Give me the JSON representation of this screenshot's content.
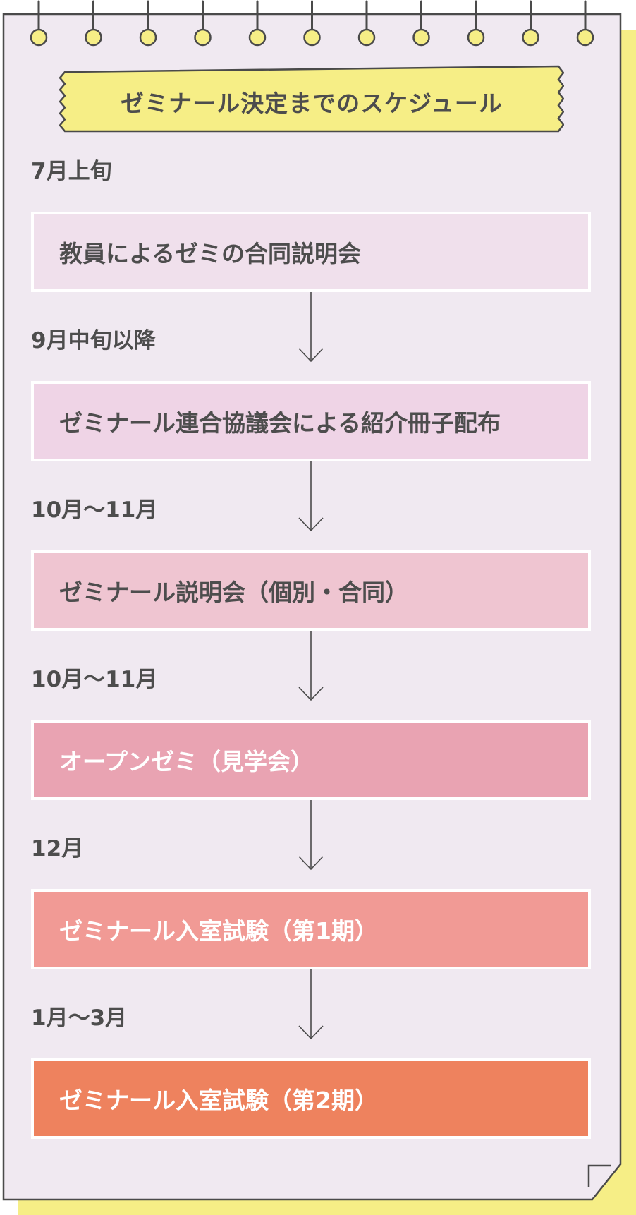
{
  "title": "ゼミナール決定までのスケジュール",
  "colors": {
    "paper": "#f0e9f1",
    "tape": "#f6ee86",
    "outline": "#4a4a4a",
    "text_dark": "#4d4d4d",
    "text_light": "#ffffff"
  },
  "steps": [
    {
      "period": "7月上旬",
      "label": "教員によるゼミの合同説明会",
      "color": "#f0e0ec",
      "text_color": "#4d4d4d"
    },
    {
      "period": "9月中旬以降",
      "label": "ゼミナール連合協議会による紹介冊子配布",
      "color": "#efd4e6",
      "text_color": "#4d4d4d"
    },
    {
      "period": "10月〜11月",
      "label": "ゼミナール説明会（個別・合同）",
      "color": "#efc5d1",
      "text_color": "#4d4d4d"
    },
    {
      "period": "10月〜11月",
      "label": "オープンゼミ（見学会）",
      "color": "#e9a3b2",
      "text_color": "#ffffff"
    },
    {
      "period": "12月",
      "label": "ゼミナール入室試験（第1期）",
      "color": "#f19a95",
      "text_color": "#ffffff"
    },
    {
      "period": "1月〜3月",
      "label": "ゼミナール入室試験（第2期）",
      "color": "#ee825e",
      "text_color": "#ffffff"
    }
  ]
}
